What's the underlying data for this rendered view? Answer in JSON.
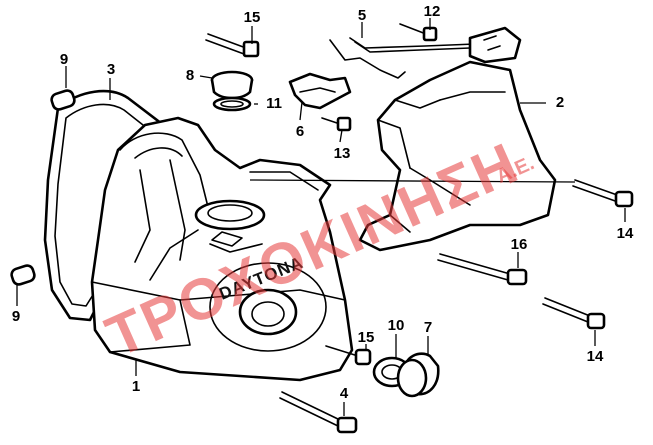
{
  "callouts": {
    "c1": "1",
    "c2": "2",
    "c3": "3",
    "c4": "4",
    "c5": "5",
    "c6": "6",
    "c7": "7",
    "c8": "8",
    "c9a": "9",
    "c9b": "9",
    "c10": "10",
    "c11": "11",
    "c12": "12",
    "c13": "13",
    "c14a": "14",
    "c14b": "14",
    "c15a": "15",
    "c15b": "15",
    "c16": "16"
  },
  "casting_logo": "DAYTONA",
  "watermark": {
    "text": "ΤΡΟΧΟΚΙΝΗΣΗ",
    "suffix": "Α.Ε."
  },
  "colors": {
    "line": "#000000",
    "watermark": "#e63a3a",
    "background": "#ffffff"
  }
}
